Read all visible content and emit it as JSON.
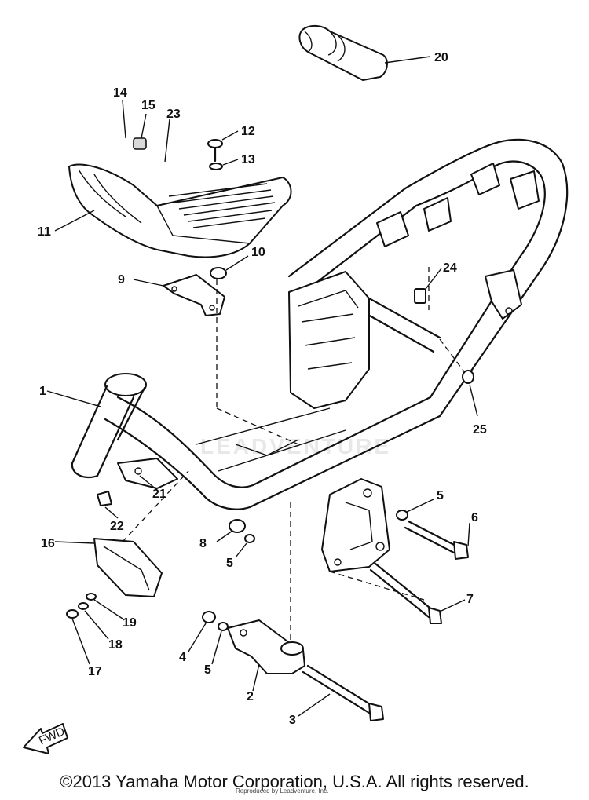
{
  "callouts": {
    "c1": "1",
    "c2": "2",
    "c3": "3",
    "c4": "4",
    "c5a": "5",
    "c5b": "5",
    "c5c": "5",
    "c6": "6",
    "c7": "7",
    "c8": "8",
    "c9": "9",
    "c10": "10",
    "c11": "11",
    "c12": "12",
    "c13": "13",
    "c14": "14",
    "c15": "15",
    "c16": "16",
    "c17": "17",
    "c18": "18",
    "c19": "19",
    "c20": "20",
    "c21": "21",
    "c22": "22",
    "c23": "23",
    "c24": "24",
    "c25": "25"
  },
  "fwd_label": "FWD",
  "watermark": "LEADVENTURE",
  "footer": {
    "copyright": "©2013 Yamaha Motor Corporation, U.S.A. All rights reserved.",
    "reproduced": "Reproduced by Leadventure, Inc."
  },
  "colors": {
    "line": "#111111",
    "background": "#ffffff",
    "watermark": "#e8e8e8"
  }
}
